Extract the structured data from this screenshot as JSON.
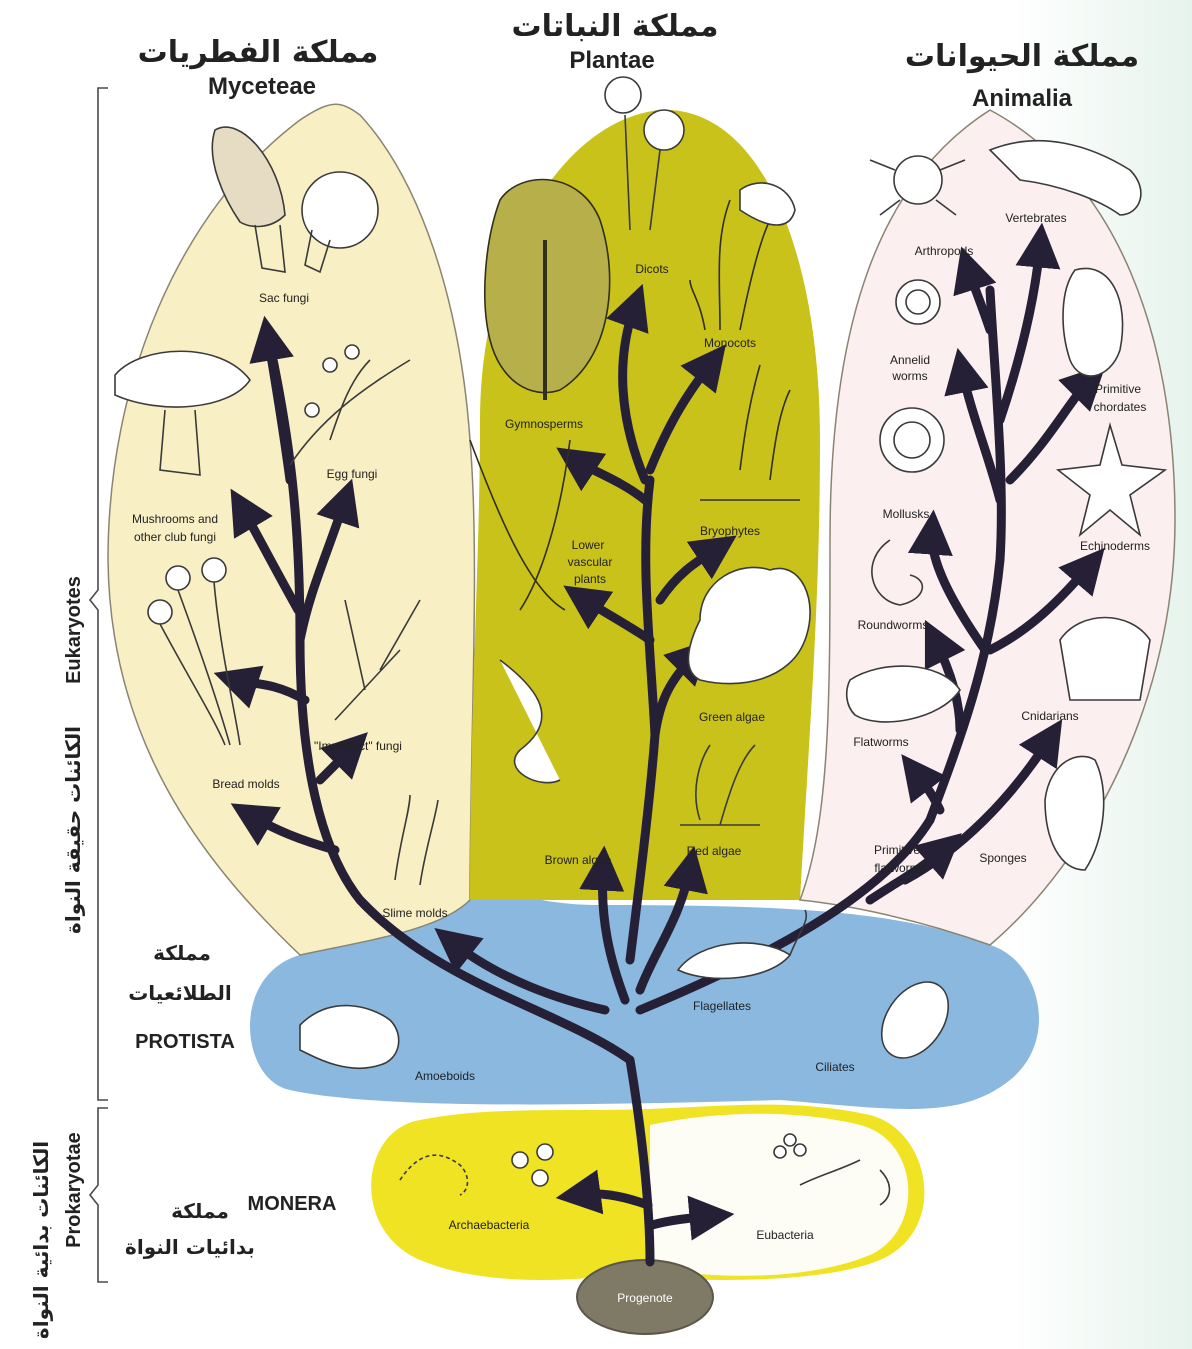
{
  "kingdoms": {
    "fungi": {
      "ar": "مملكة الفطريات",
      "en": "Myceteae"
    },
    "plants": {
      "ar": "مملكة النباتات",
      "en": "Plantae"
    },
    "animals": {
      "ar": "مملكة الحيوانات",
      "en": "Animalia"
    },
    "protista": {
      "ar_line1": "مملكة",
      "ar_line2": "الطلائعيات",
      "en": "PROTISTA"
    },
    "monera": {
      "ar_line1": "مملكة",
      "ar_line2": "بدائيات النواة",
      "en": "MONERA"
    }
  },
  "side_labels": {
    "eukaryotes": {
      "en": "Eukaryotes",
      "ar": "الكائنات حقيقة النواة"
    },
    "prokaryotes": {
      "en": "Prokaryotae",
      "ar": "الكائنات بدائية النواة"
    }
  },
  "fungi_groups": {
    "sac": "Sac fungi",
    "egg": "Egg fungi",
    "mushrooms_line1": "Mushrooms and",
    "mushrooms_line2": "other club fungi",
    "imperfect": "\"Imperfect\" fungi",
    "bread": "Bread molds"
  },
  "plant_groups": {
    "dicots": "Dicots",
    "monocots": "Monocots",
    "gymnosperms": "Gymnosperms",
    "lower_line1": "Lower",
    "lower_line2": "vascular",
    "lower_line3": "plants",
    "bryophytes": "Bryophytes",
    "green": "Green algae",
    "brown": "Brown algae",
    "red": "Red algae"
  },
  "animal_groups": {
    "arthropods": "Arthropods",
    "vertebrates": "Vertebrates",
    "annelid_line1": "Annelid",
    "annelid_line2": "worms",
    "chordates_line1": "Primitive",
    "chordates_line2": "chordates",
    "mollusks": "Mollusks",
    "echinoderms": "Echinoderms",
    "roundworms": "Roundworms",
    "cnidarians": "Cnidarians",
    "flatworms": "Flatworms",
    "prim_flat_line1": "Primitive",
    "prim_flat_line2": "flatworms",
    "sponges": "Sponges"
  },
  "protista_groups": {
    "slime": "Slime molds",
    "flagellates": "Flagellates",
    "amoeboids": "Amoeboids",
    "ciliates": "Ciliates"
  },
  "monera_groups": {
    "archaebacteria": "Archaebacteria",
    "eubacteria": "Eubacteria"
  },
  "root": "Progenote",
  "colors": {
    "fungi_fill": "#f9efc4",
    "plant_fill": "#c9c21a",
    "animal_fill": "#fbeff0",
    "protista_fill": "#8ab8df",
    "monera_fill": "#f0e324",
    "branch": "#262036",
    "root_fill": "#7f7a66"
  }
}
